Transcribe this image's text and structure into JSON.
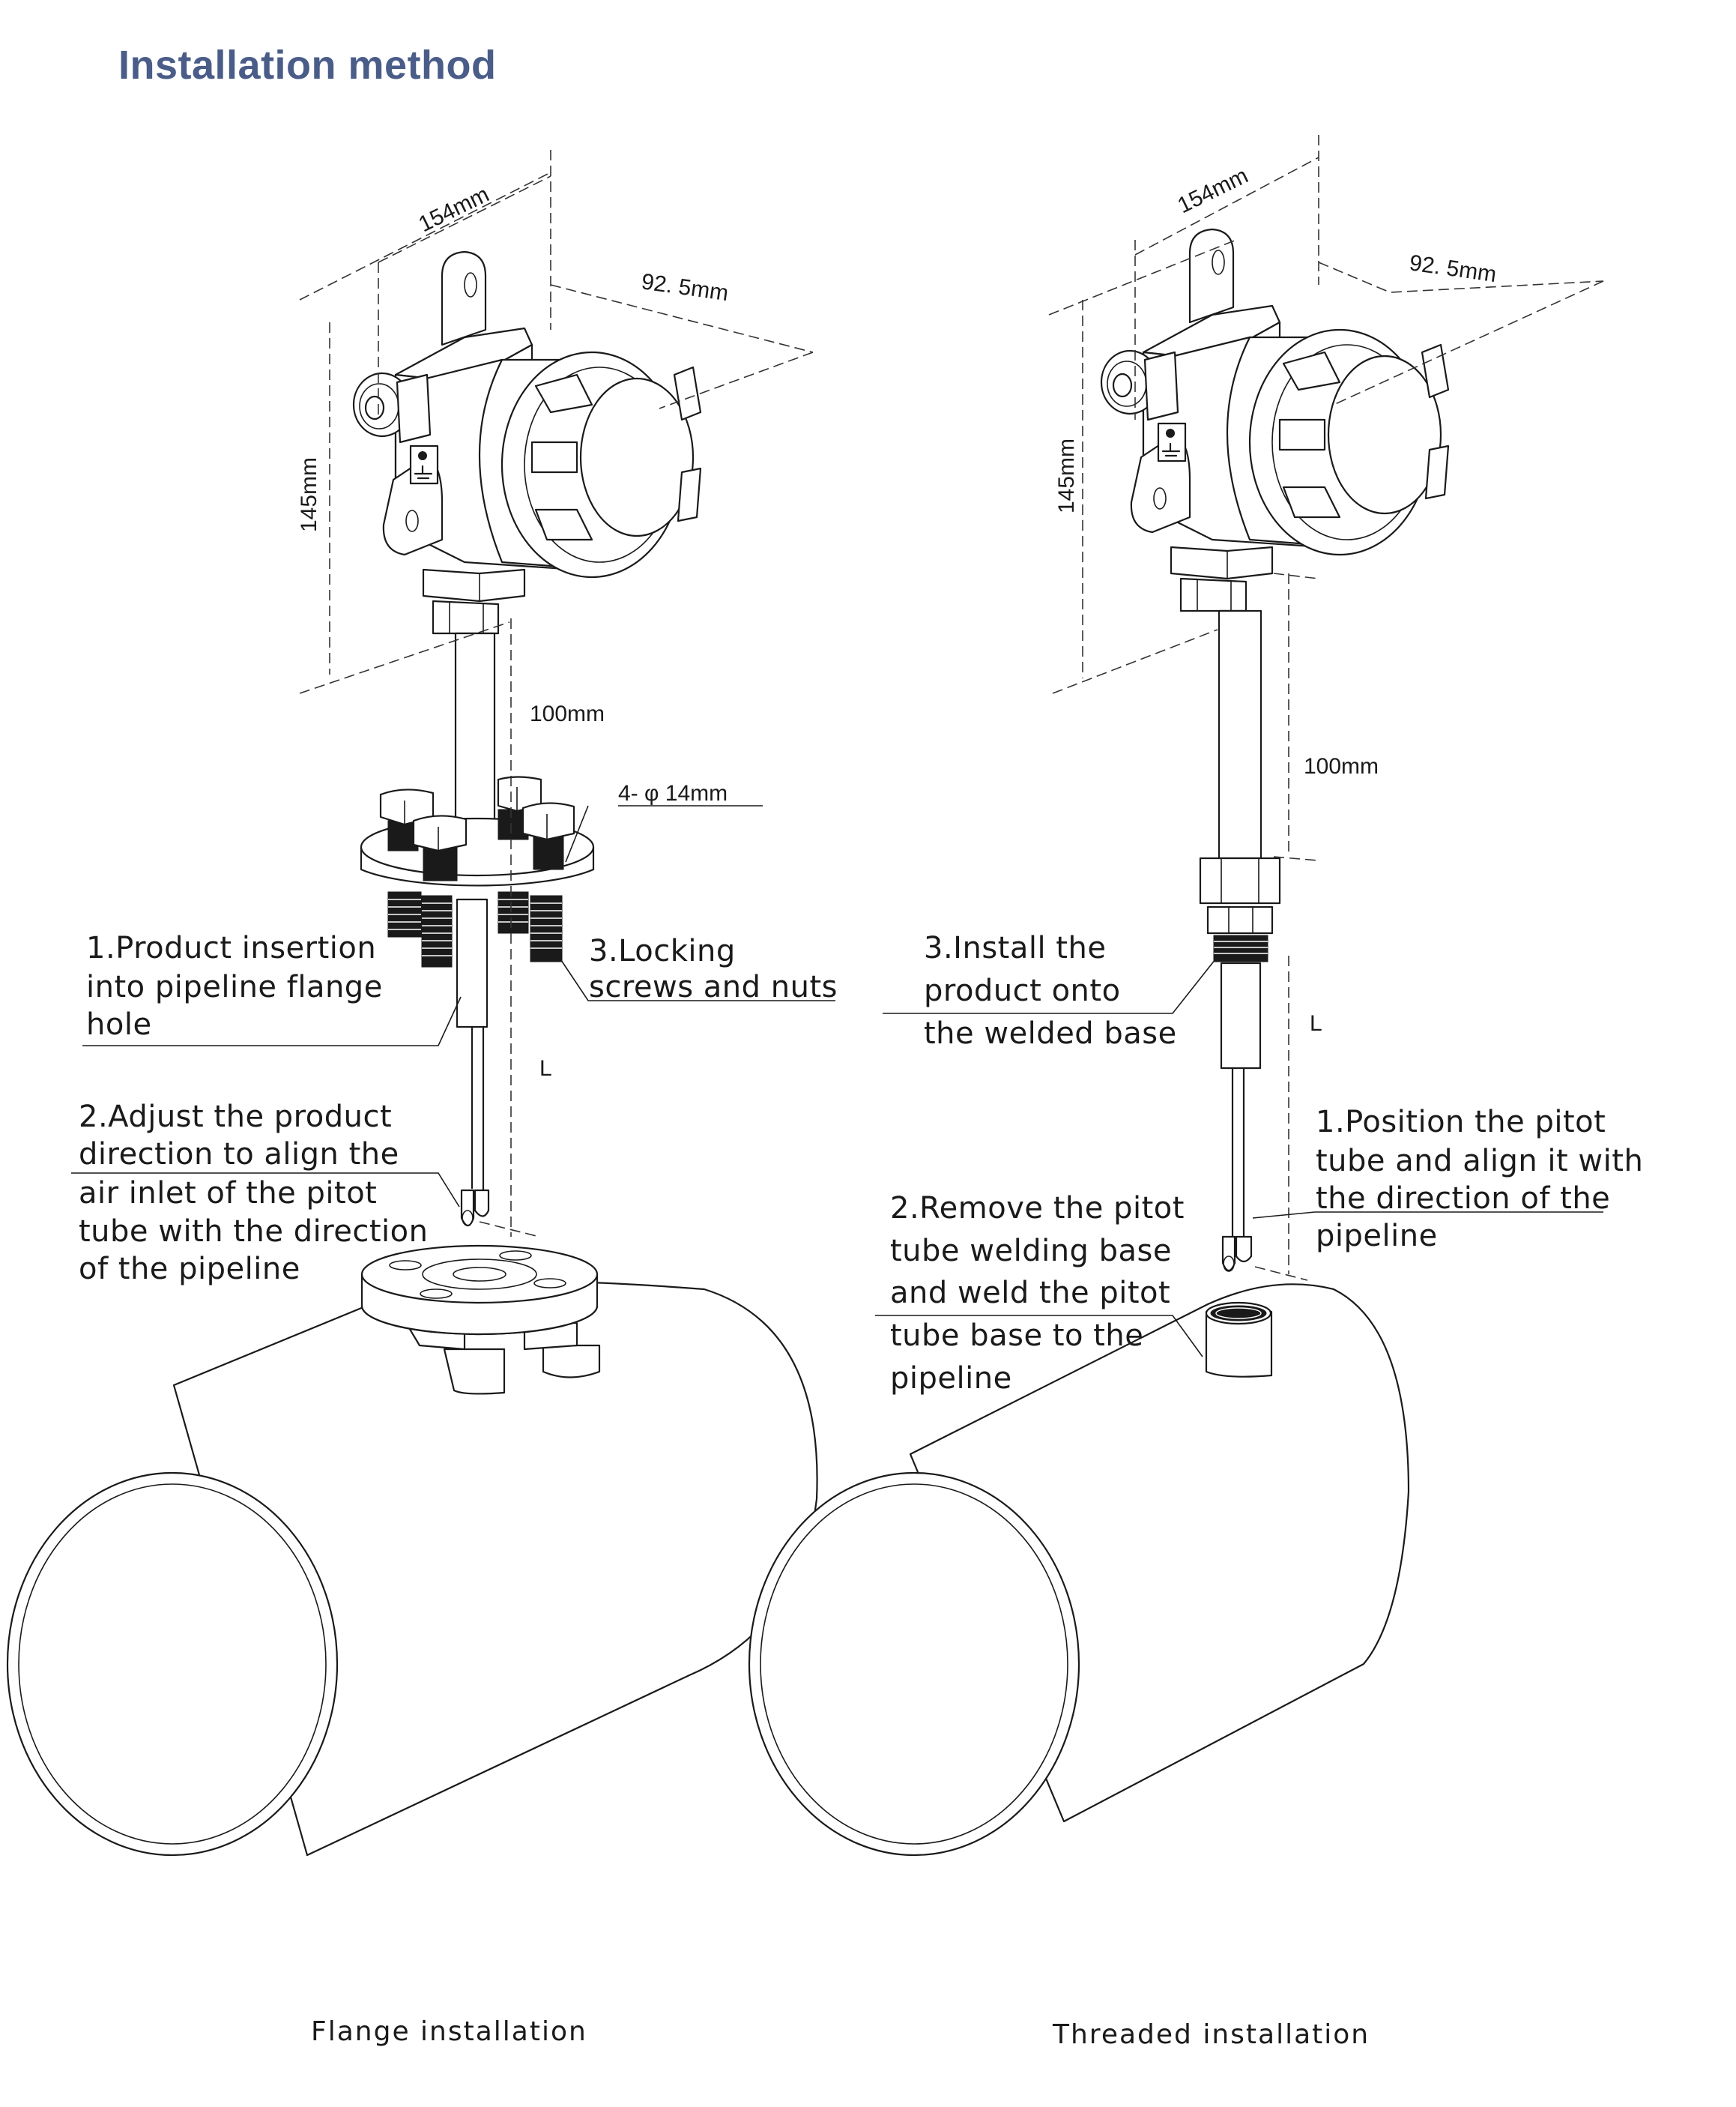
{
  "title": "Installation method",
  "flange": {
    "caption": "Flange installation",
    "dims": {
      "width": "154mm",
      "depth": "92. 5mm",
      "height": "145mm",
      "neck": "100mm",
      "holes": "4- φ 14mm",
      "length": "L"
    },
    "steps": [
      {
        "lines": [
          "1.Product insertion",
          "into pipeline flange",
          "hole"
        ]
      },
      {
        "lines": [
          "2.Adjust the product",
          "direction to align the",
          "air inlet of the pitot",
          "tube with the direction",
          "of the pipeline"
        ]
      },
      {
        "lines": [
          "3.Locking",
          "screws and nuts"
        ]
      }
    ]
  },
  "threaded": {
    "caption": "Threaded installation",
    "dims": {
      "width": "154mm",
      "depth": "92. 5mm",
      "height": "145mm",
      "neck": "100mm",
      "length": "L"
    },
    "steps": [
      {
        "lines": [
          "1.Position the pitot",
          "tube and align it with",
          "the direction of the",
          "pipeline"
        ]
      },
      {
        "lines": [
          "2.Remove the pitot",
          "tube welding base",
          "and weld the pitot",
          "tube base to the",
          "pipeline"
        ]
      },
      {
        "lines": [
          "3.Install the",
          "product onto",
          "the welded base"
        ]
      }
    ]
  },
  "icons": {
    "ground": "ground-symbol-icon",
    "cable_gland": "cable-gland-icon"
  },
  "colors": {
    "title": "#4a5d88",
    "line": "#1a1a1a"
  }
}
